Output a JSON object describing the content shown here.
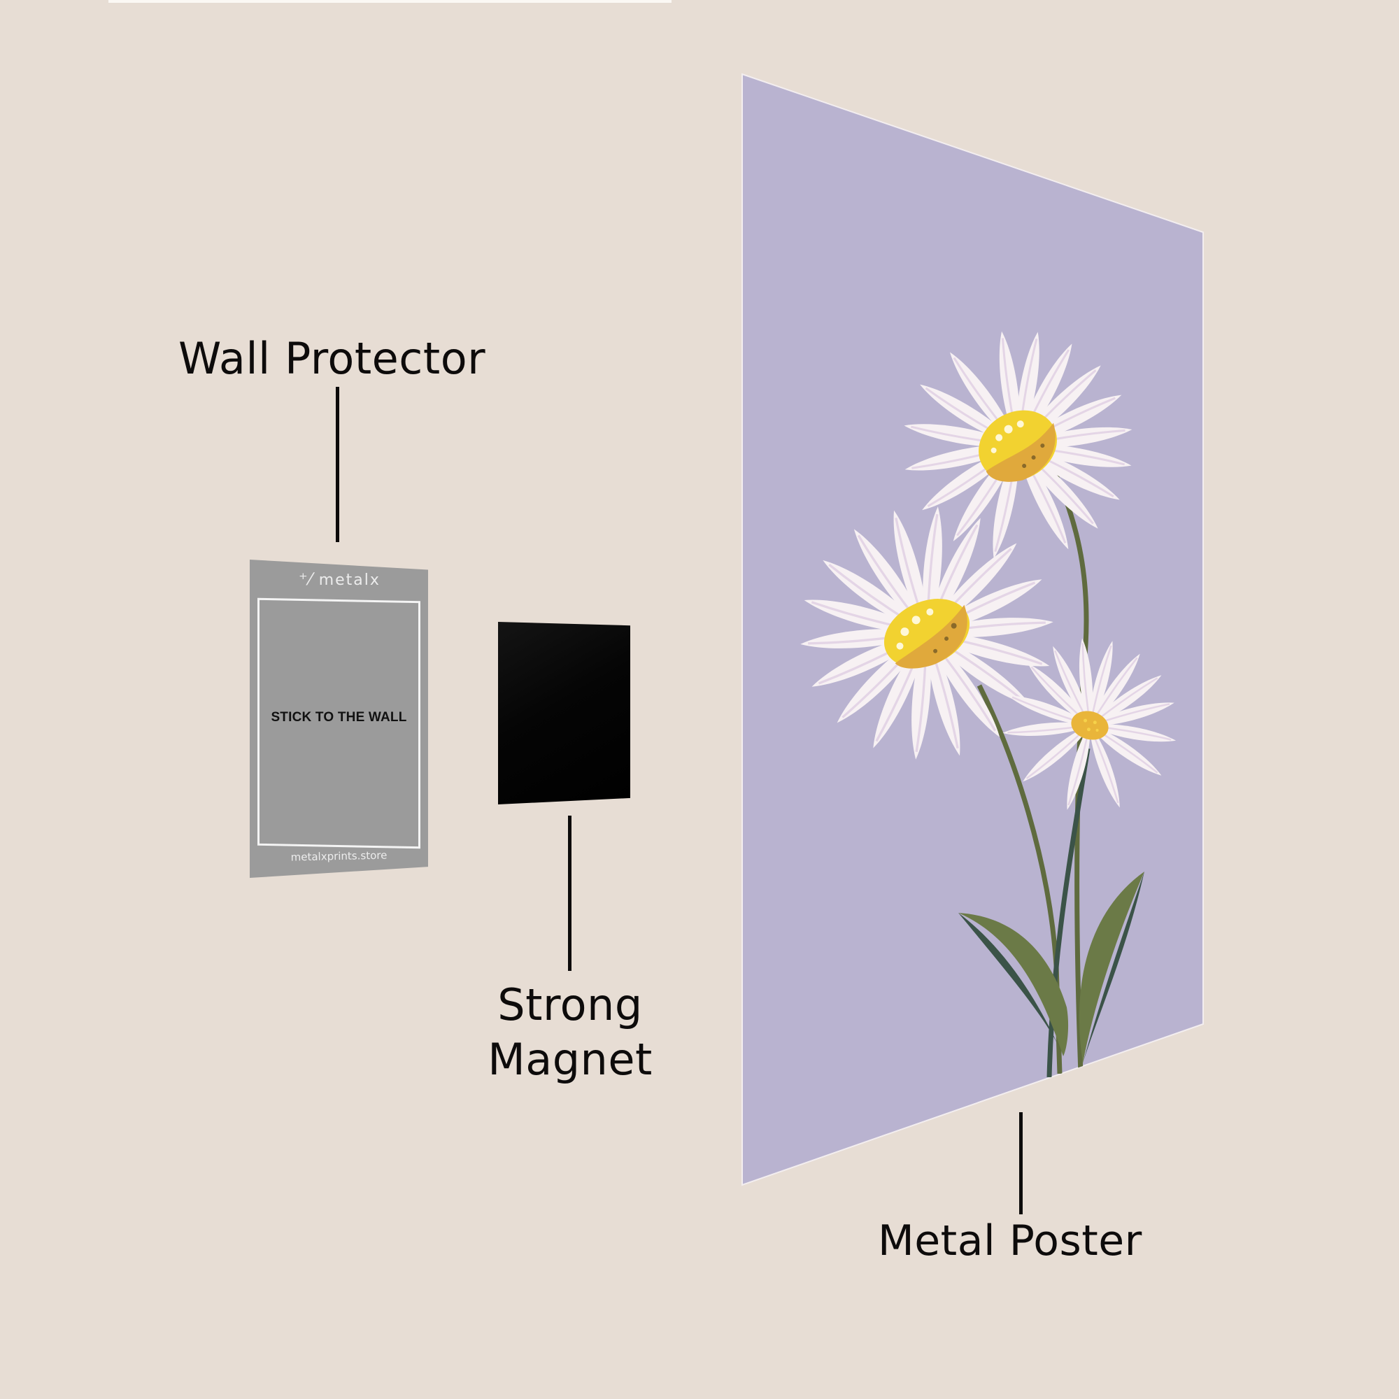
{
  "labels": {
    "wall_protector": "Wall Protector",
    "strong_magnet_line1": "Strong",
    "strong_magnet_line2": "Magnet",
    "metal_poster": "Metal Poster"
  },
  "wall_protector": {
    "brand": "metalx",
    "brand_icon": "metalx-logo-icon",
    "instruction": "STICK TO THE WALL",
    "url": "metalxprints.store",
    "color": "#9b9b9b"
  },
  "magnet": {
    "color": "#050505"
  },
  "poster": {
    "background": "#b9b3d0",
    "artwork": "three white daisies with green stems and leaves",
    "petal_color": "#f7f1f3",
    "center_color": "#f2d230",
    "center_shade": "#e0a93c",
    "stem_color": "#5f6b3e",
    "leaf_dark": "#3b5348",
    "leaf_light": "#6b7a47"
  },
  "colors": {
    "wall_background": "#e7ddd4",
    "label_text": "#0d0b0b"
  }
}
